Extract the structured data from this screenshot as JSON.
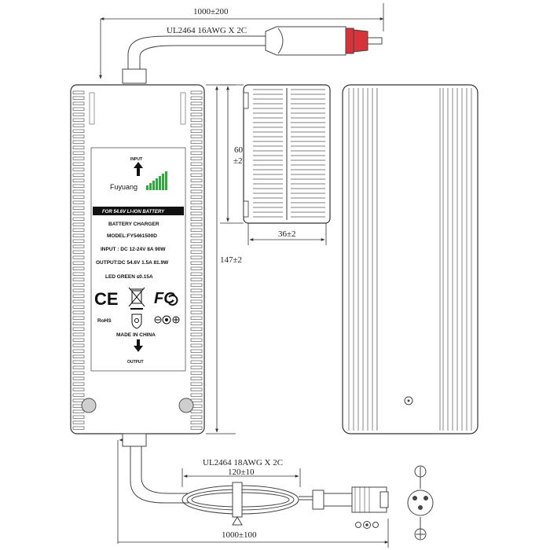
{
  "dimensions": {
    "top_cable_length": "1000±200",
    "top_cable_spec": "UL2464 16AWG X 2C",
    "side_height": "60",
    "side_height_tol": "±2",
    "side_width": "36±2",
    "body_length": "147±2",
    "bottom_loop_spec": "UL2464 18AWG X 2C",
    "bottom_loop_length": "120±10",
    "bottom_cable_length": "1000±100"
  },
  "label": {
    "input": "INPUT",
    "brand": "Fuyuang",
    "battery_band": "FOR 54.6V LI-ION BATTERY",
    "product": "BATTERY CHARGER",
    "model": "MODEL:FY5461500D",
    "input_spec": "INPUT : DC 12-24V 8A 90W",
    "output_spec": "OUTPUT:DC 54.6V 1.5A 81.9W",
    "led": "LED GREEN ≤0.15A",
    "ce": "CE",
    "fcc": "FC",
    "rohs": "RoHS",
    "origin": "MADE IN CHINA",
    "output": "OUTPUT"
  },
  "colors": {
    "plug_tip": "#d8323a",
    "brand_green": "#2faa3c",
    "line": "#333333",
    "label_band": "#111111"
  }
}
